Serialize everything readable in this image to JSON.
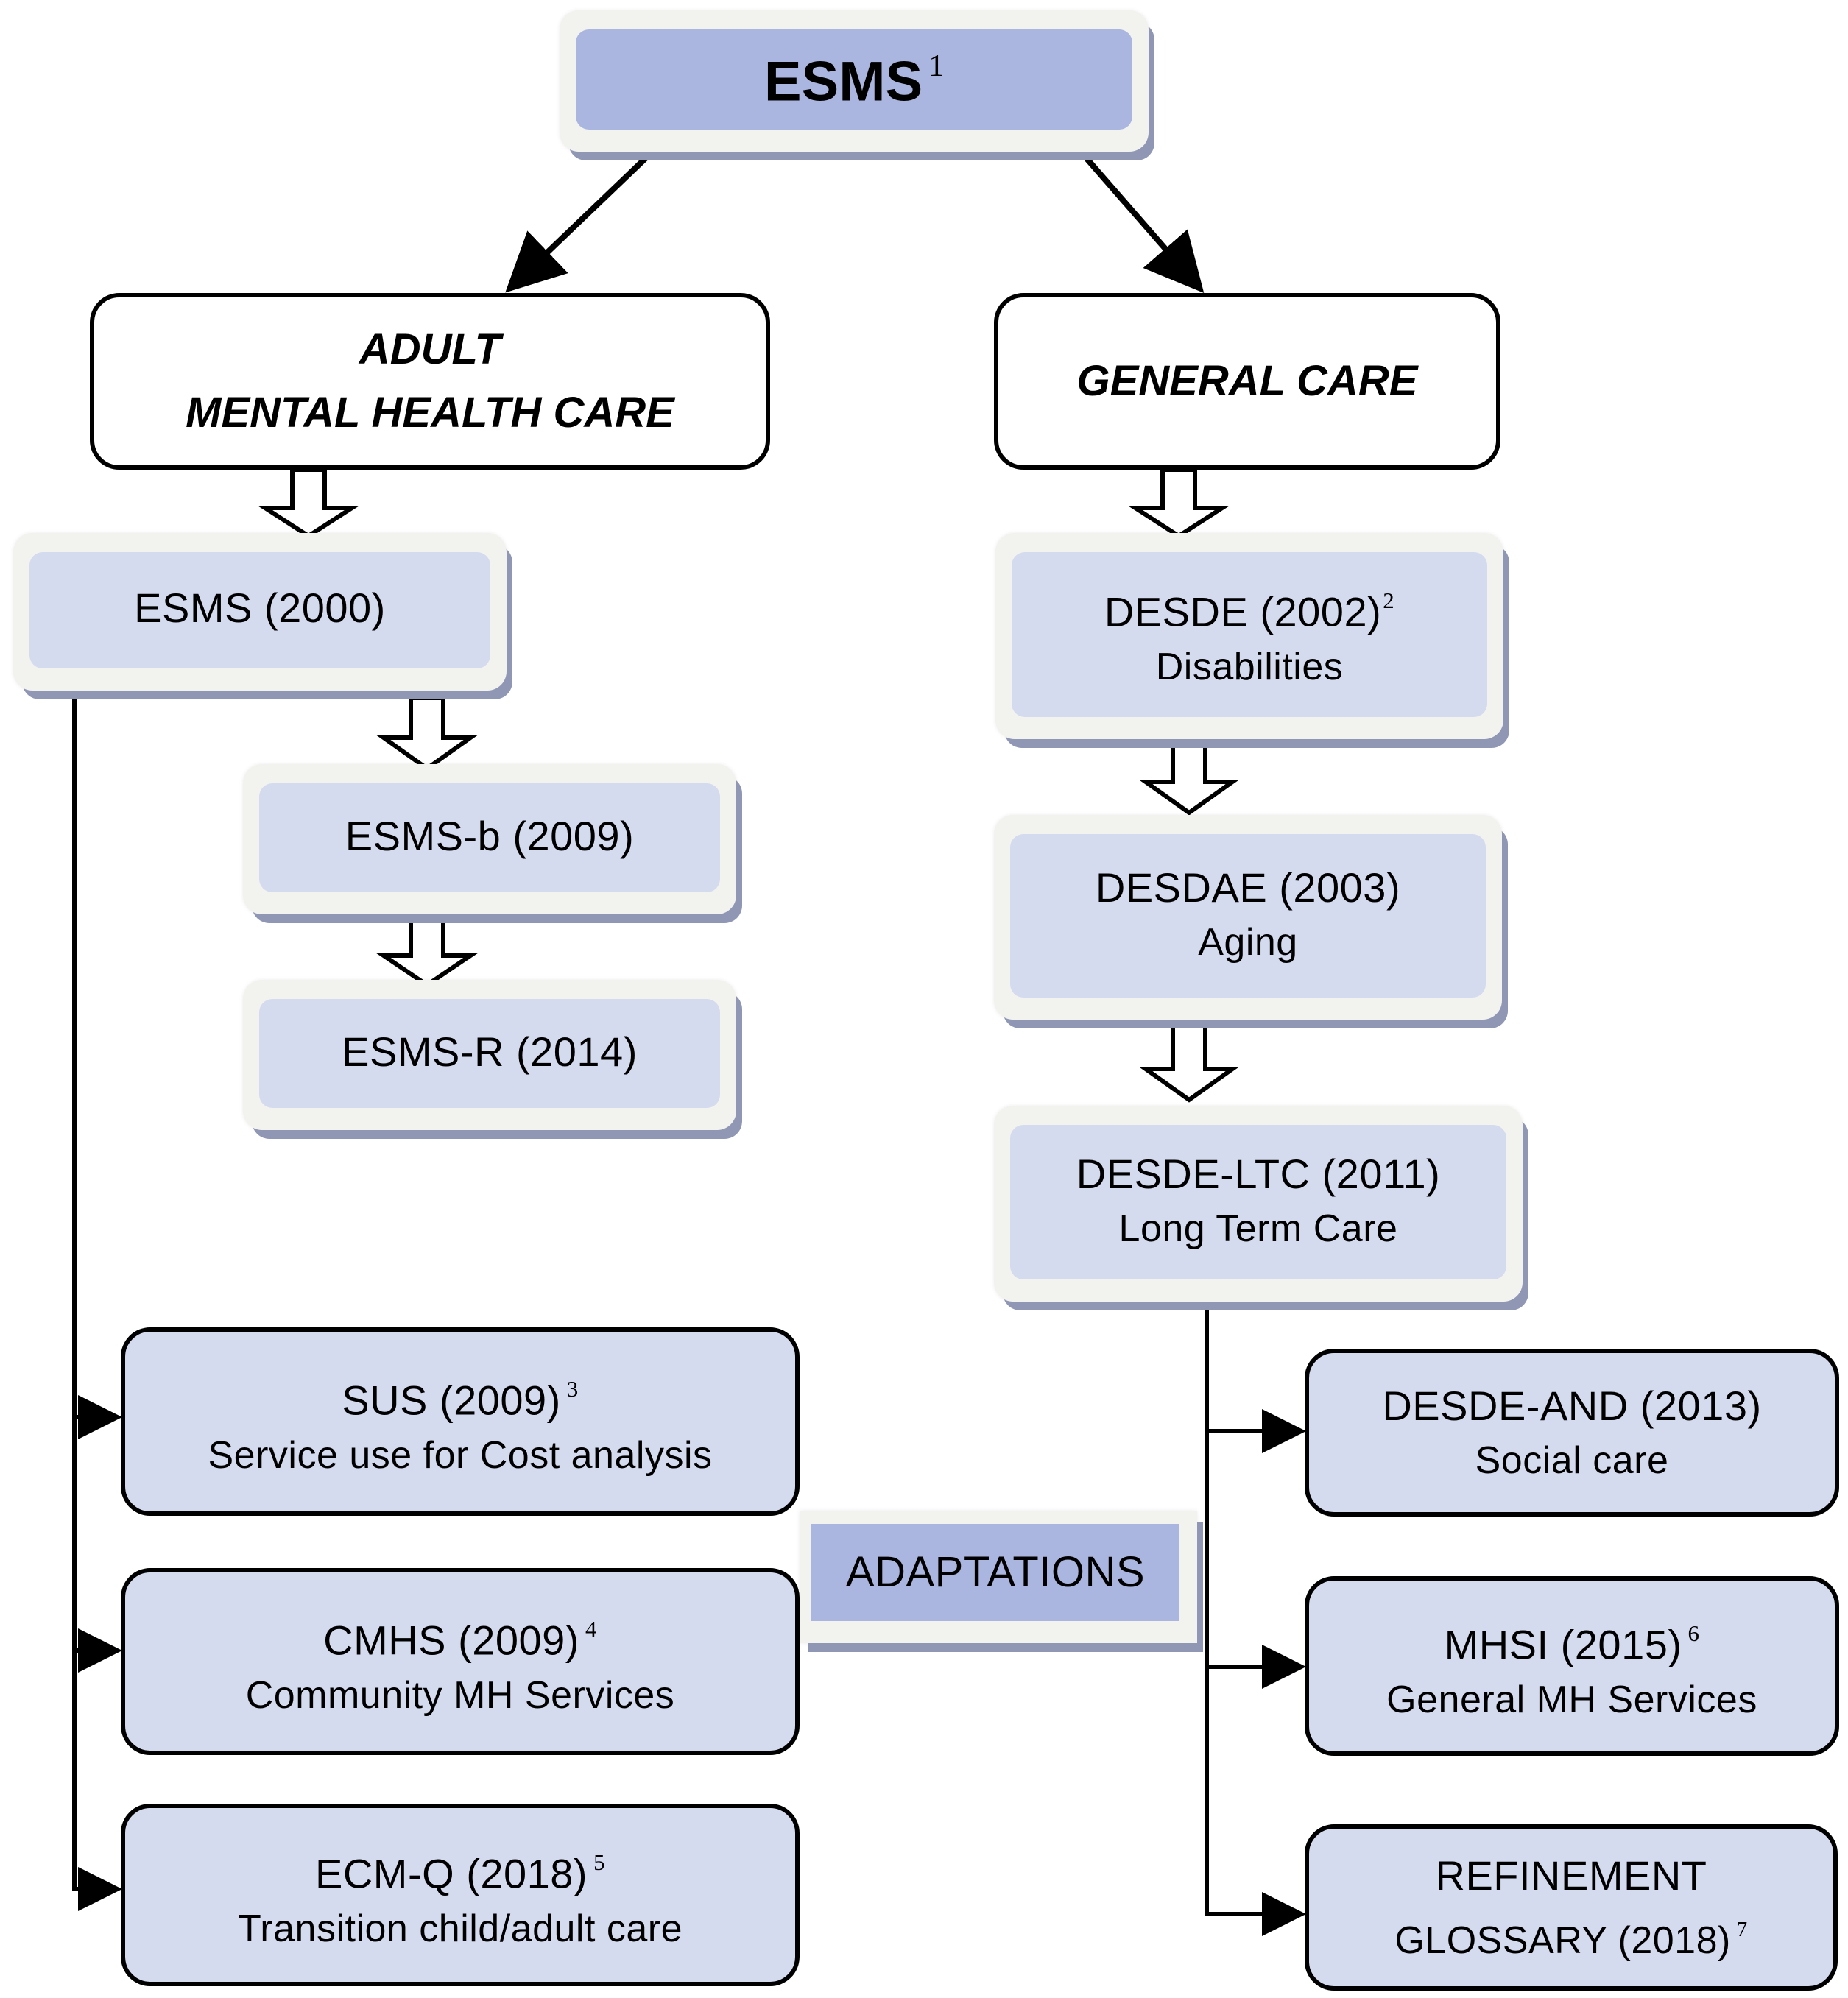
{
  "diagram": {
    "root": {
      "title": "ESMS",
      "sup": "1"
    },
    "branches": {
      "adult": {
        "line1": "ADULT",
        "line2": "MENTAL HEALTH CARE"
      },
      "general": {
        "line1": "GENERAL CARE"
      }
    },
    "adult_chain": [
      {
        "title": "ESMS (2000)"
      },
      {
        "title": "ESMS-b (2009)"
      },
      {
        "title": "ESMS-R (2014)"
      }
    ],
    "general_chain": [
      {
        "title": "DESDE (2002)",
        "sup": "2",
        "subtitle": "Disabilities"
      },
      {
        "title": "DESDAE (2003)",
        "subtitle": "Aging"
      },
      {
        "title": "DESDE-LTC (2011)",
        "subtitle": "Long Term Care"
      }
    ],
    "adult_adaptations": [
      {
        "title": "SUS (2009)",
        "sup": "3",
        "subtitle": "Service use for Cost analysis"
      },
      {
        "title": "CMHS (2009)",
        "sup": "4",
        "subtitle": "Community MH Services"
      },
      {
        "title": "ECM-Q (2018)",
        "sup": "5",
        "subtitle": "Transition child/adult care"
      }
    ],
    "general_adaptations": [
      {
        "title": "DESDE-AND (2013)",
        "subtitle": "Social care"
      },
      {
        "title": "MHSI (2015)",
        "sup": "6",
        "subtitle": "General MH Services"
      },
      {
        "title": "REFINEMENT",
        "subtitle": "GLOSSARY (2018)",
        "sup": "7"
      }
    ],
    "center_label": "ADAPTATIONS",
    "colors": {
      "light_fill": "#d5dbef",
      "dark_fill": "#aab6df",
      "bevel_shadow": "#8f97b4",
      "line": "#000000"
    }
  }
}
